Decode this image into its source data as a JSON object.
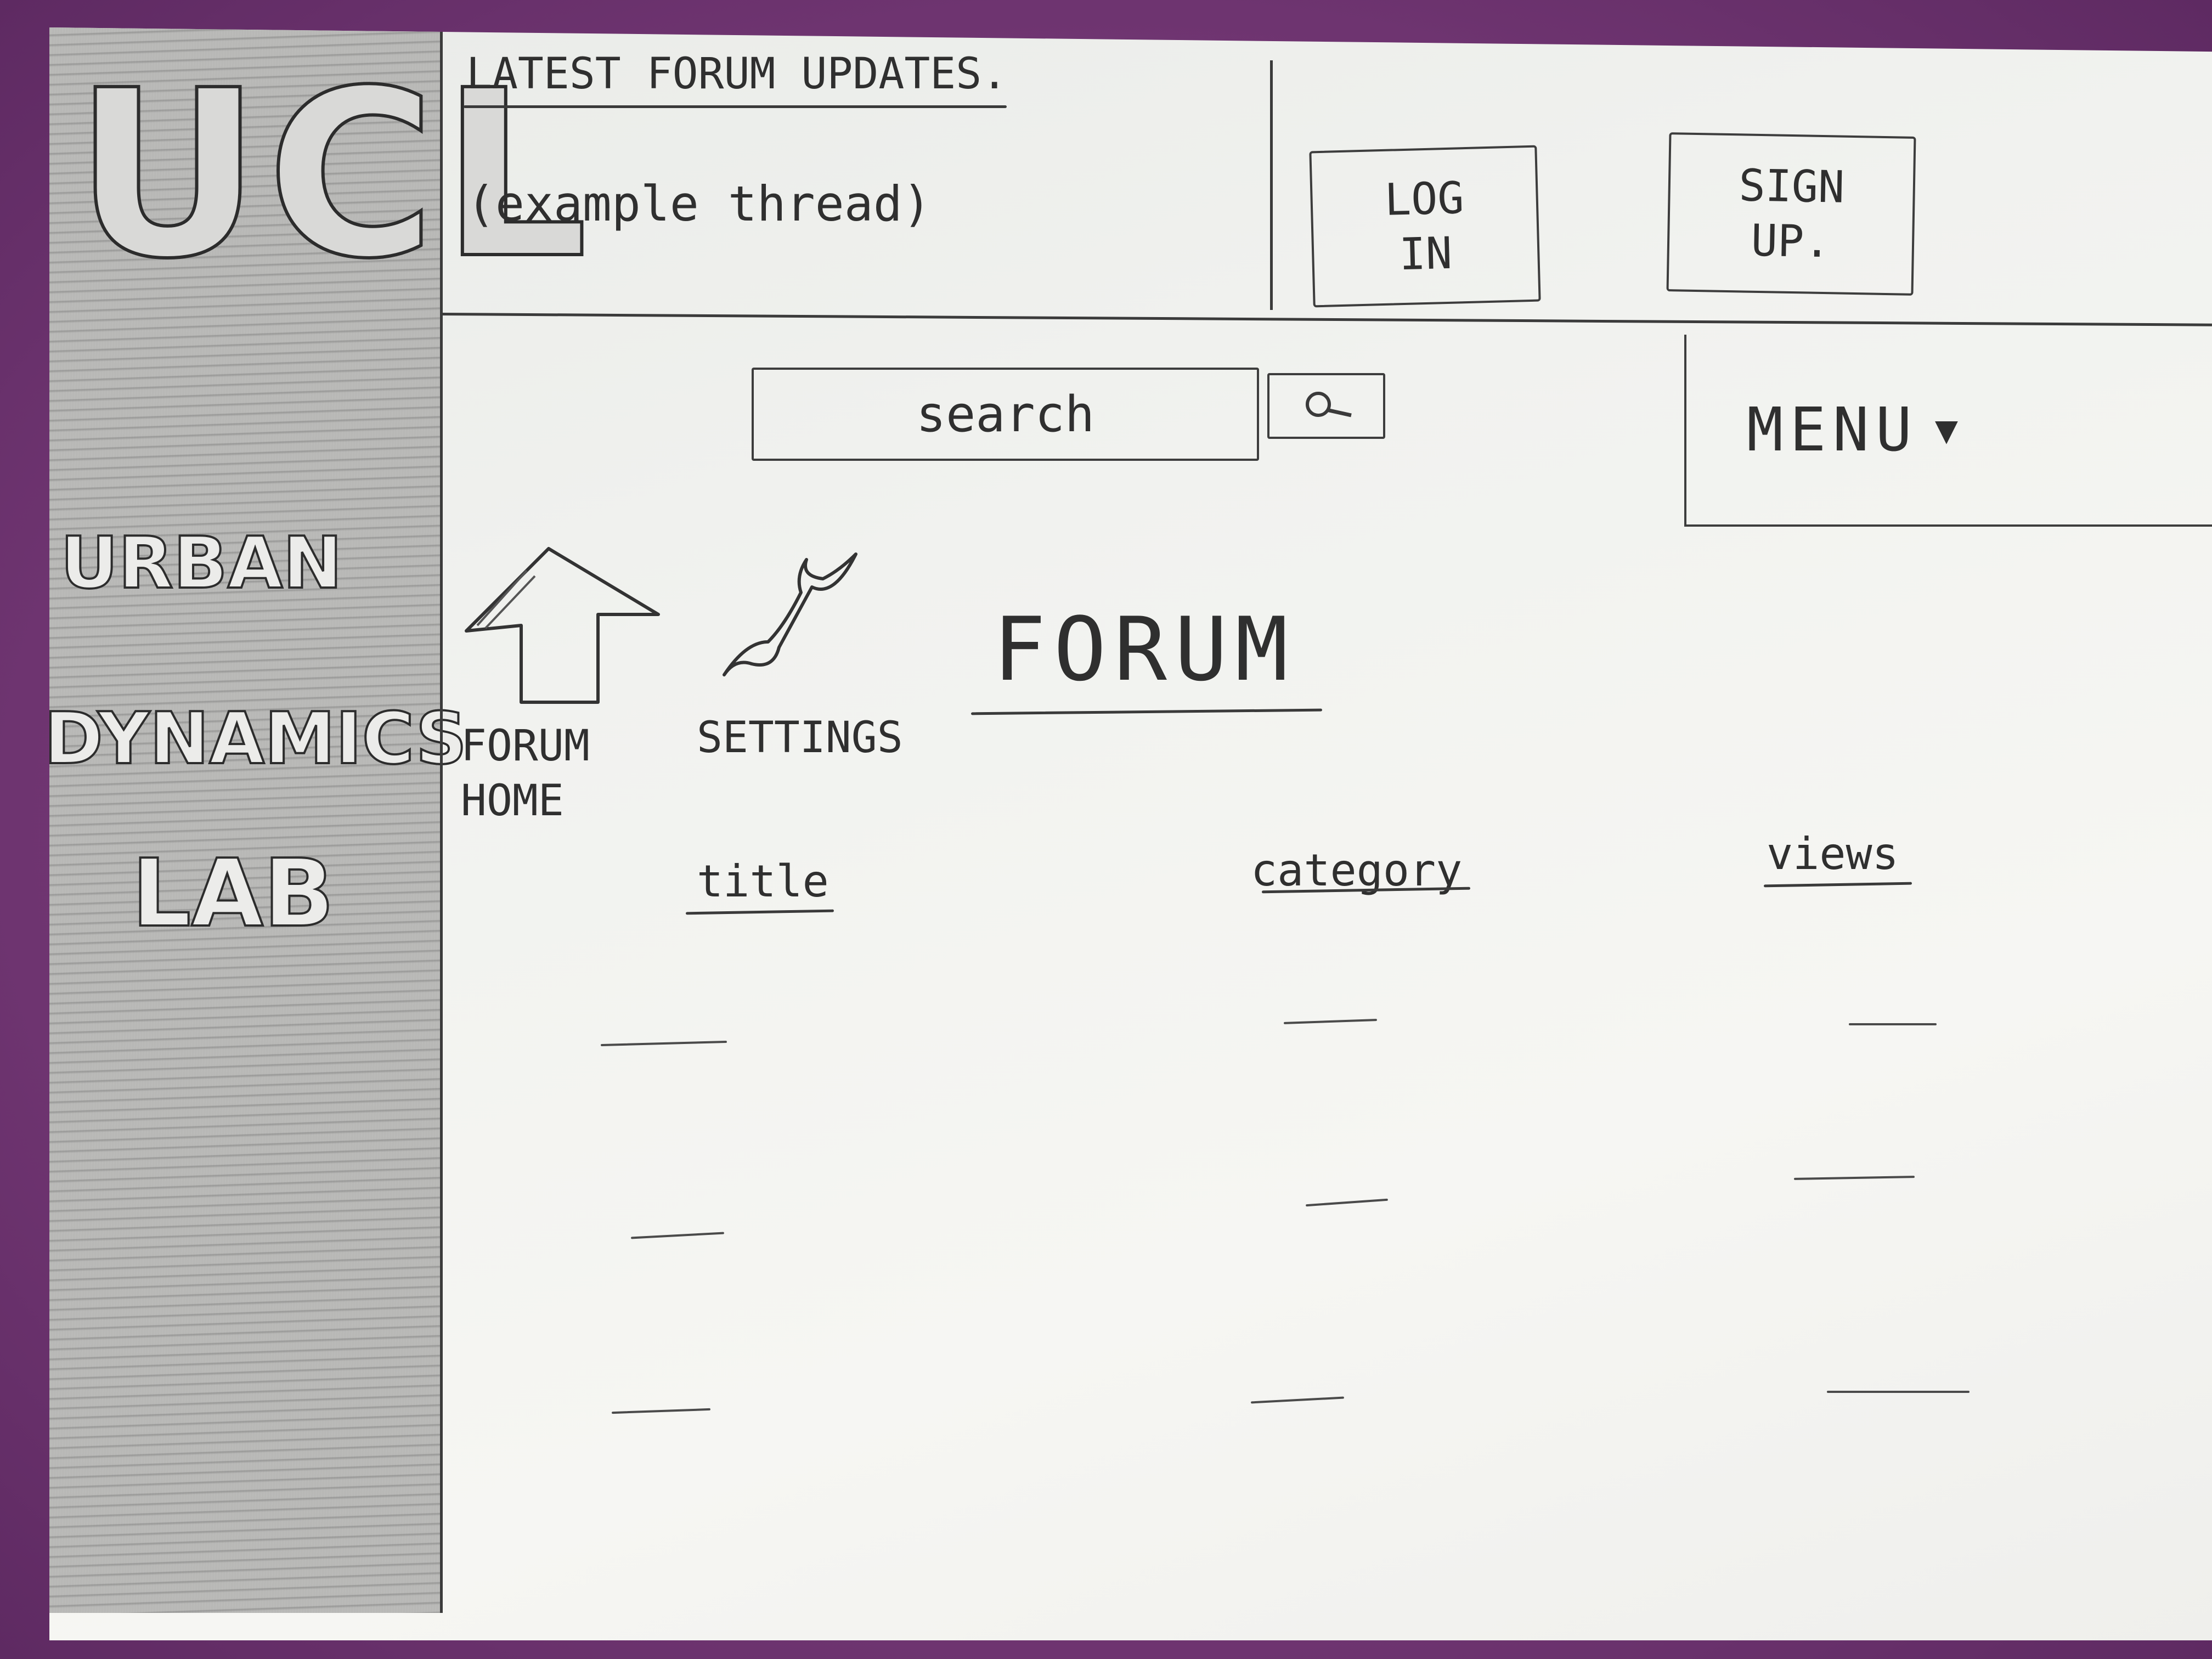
{
  "logo": {
    "text": "UCL"
  },
  "sidebar": {
    "lines": [
      "URBAN",
      "DYNAMICS",
      "LAB"
    ]
  },
  "header": {
    "latest_title": "LATEST FORUM UPDATES.",
    "example_thread": "(example thread)",
    "login_label": "LOG IN",
    "signup_label": "SIGN UP."
  },
  "search": {
    "placeholder": "search",
    "icon": "search-icon"
  },
  "menu": {
    "label": "MENU",
    "icon": "caret-down-icon"
  },
  "nav": {
    "forum_home_label": "FORUM HOME",
    "forum_home_icon": "up-arrow-icon",
    "settings_label": "SETTINGS",
    "settings_icon": "wrench-icon"
  },
  "page": {
    "title": "FORUM"
  },
  "table": {
    "columns": [
      "title",
      "category",
      "views"
    ]
  },
  "colors": {
    "desk": "#7a3d78",
    "paper": "#f1f2ef",
    "pencil": "#3b3b3b"
  }
}
